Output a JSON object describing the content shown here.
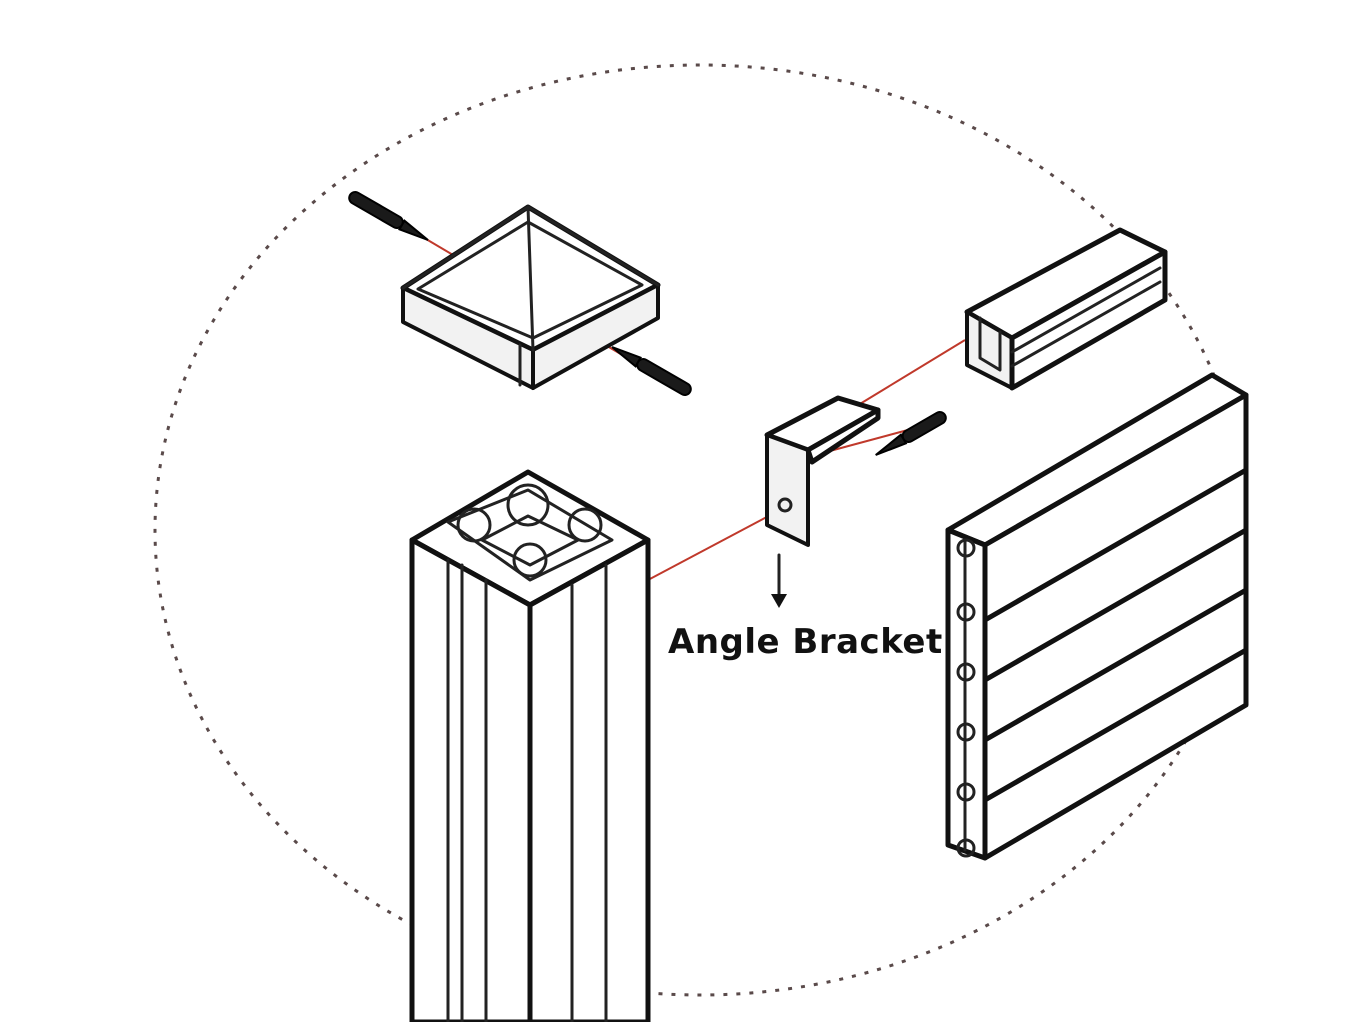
{
  "labels": {
    "angle_bracket": "Angle Bracket"
  },
  "colors": {
    "ink": "#111111",
    "guide_line": "#c0392b",
    "dotted_border": "#5a4a4a",
    "background": "#ffffff"
  },
  "parts": [
    {
      "name": "post-cap",
      "icon": "pyramid-cap-icon"
    },
    {
      "name": "post",
      "icon": "square-post-icon"
    },
    {
      "name": "angle-bracket",
      "icon": "bracket-icon"
    },
    {
      "name": "u-channel",
      "icon": "u-channel-icon"
    },
    {
      "name": "slat-panel",
      "icon": "slat-panel-icon"
    },
    {
      "name": "screws",
      "icon": "screw-icon"
    }
  ]
}
